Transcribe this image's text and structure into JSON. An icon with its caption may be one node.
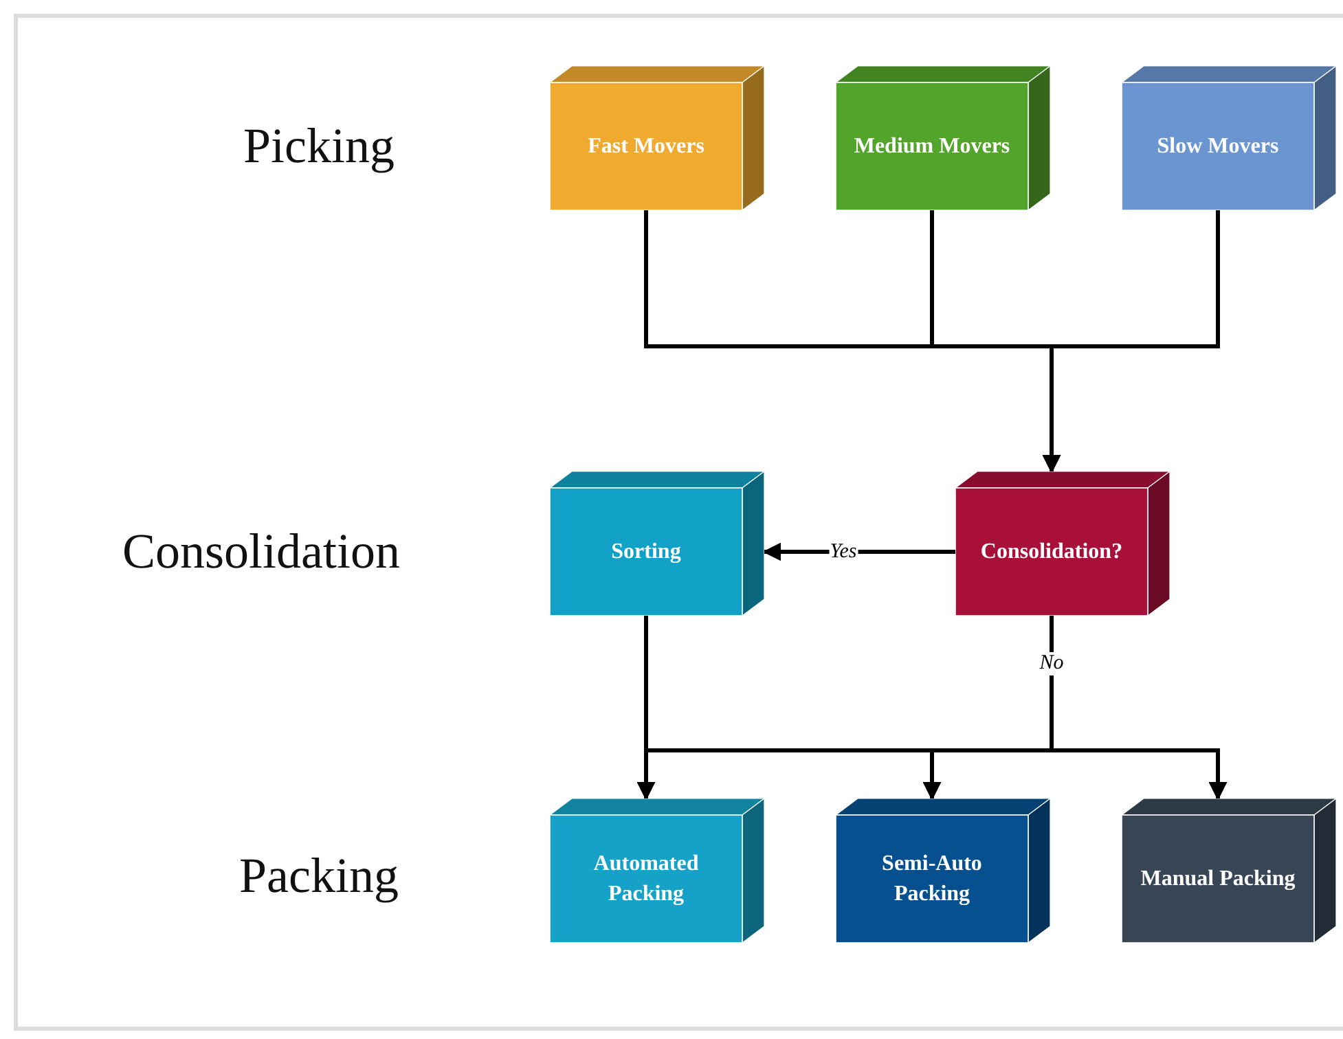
{
  "diagram": {
    "nodes": [
      {
        "text": [
          "Fast Movers"
        ]
      },
      {
        "text": [
          "Medium Movers"
        ]
      },
      {
        "text": [
          "Slow Movers"
        ]
      },
      {
        "text": [
          "Sorting"
        ]
      },
      {
        "text": [
          "Consolidation?"
        ]
      },
      {
        "text": [
          "Automated Packing"
        ]
      },
      {
        "text": [
          "Semi-Auto Packing"
        ]
      },
      {
        "text": [
          "Manual Packing"
        ]
      }
    ],
    "edges": [
      {
        "from": 0,
        "to": 4,
        "arrow": "to"
      },
      {
        "from": 1,
        "to": 4,
        "arrow": "to"
      },
      {
        "from": 2,
        "to": 4,
        "arrow": "to"
      },
      {
        "from": 4,
        "to": 3,
        "arrow": "to",
        "label": "Yes"
      },
      {
        "from": 3,
        "to": 5,
        "arrow": "to"
      },
      {
        "from": 3,
        "to": 6,
        "arrow": "to"
      },
      {
        "from": 3,
        "to": 7,
        "arrow": "to"
      },
      {
        "from": 4,
        "to": 5,
        "arrow": "to",
        "label": "No"
      },
      {
        "from": 4,
        "to": 6,
        "arrow": "to"
      },
      {
        "from": 4,
        "to": 7,
        "arrow": "to"
      }
    ],
    "labels": [
      "Picking",
      "Consolidation",
      "Packing"
    ]
  }
}
